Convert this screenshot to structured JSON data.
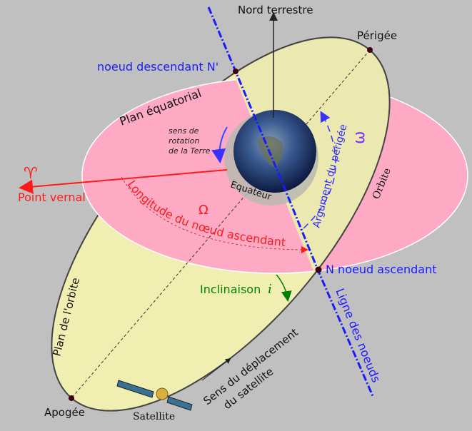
{
  "labels": {
    "nord": "Nord terrestre",
    "perigee": "Périgée",
    "noeud_desc": "noeud descendant N'",
    "plan_eq": "Plan équatorial",
    "sens_rot_1": "sens de",
    "sens_rot_2": "rotation",
    "sens_rot_3": "de la Terre",
    "vernal_symbol": "♈",
    "point_vernal": "Point vernal",
    "equateur": "Equateur",
    "longitude": "Longitude du nœud ascendant",
    "omega_upper": "Ω",
    "argument": "Argument du périgée",
    "omega_lower": "ω",
    "orbite": "Orbite",
    "noeud_asc": "N noeud ascendant",
    "inclinaison": "Inclinaison",
    "incl_symbol": "i",
    "ligne_noeuds": "Ligne des noeuds",
    "plan_orbite": "Plan de l'orbite",
    "sens_dep_1": "Sens du déplacement",
    "sens_dep_2": "du satellite",
    "apogee": "Apogée",
    "satellite": "Satellite"
  },
  "colors": {
    "background": "#c0c0c0",
    "equatorial_plane": "#ffaac4",
    "orbit_plane": "#f0eeb0",
    "nodes": "#1a1aff",
    "vernal": "#ff1a1a",
    "inclination": "#008000"
  }
}
